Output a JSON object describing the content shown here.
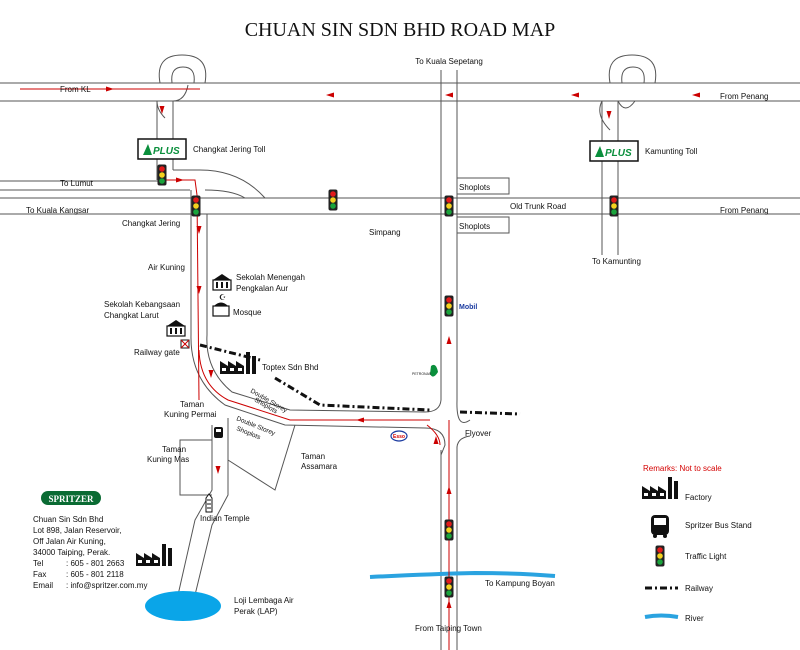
{
  "title": "CHUAN SIN SDN BHD ROAD MAP",
  "places": {
    "to_kuala_sepetang": "To Kuala Sepetang",
    "from_kl": "From KL",
    "from_penang_top": "From Penang",
    "changkat_jering_toll": "Changkat Jering Toll",
    "kamunting_toll": "Kamunting Toll",
    "to_lumut": "To Lumut",
    "to_kuala_kangsar": "To Kuala Kangsar",
    "changkat_jering": "Changkat Jering",
    "shoplots_1": "Shoplots",
    "shoplots_2": "Shoplots",
    "old_trunk_road": "Old Trunk Road",
    "from_penang_mid": "From Penang",
    "simpang": "Simpang",
    "to_kamunting": "To Kamunting",
    "air_kuning": "Air Kuning",
    "sekolah_menengah_1": "Sekolah Menengah",
    "sekolah_menengah_2": "Pengkalan Aur",
    "mosque": "Mosque",
    "sekolah_kebangsaan_1": "Sekolah Kebangsaan",
    "sekolah_kebangsaan_2": "Changkat Larut",
    "mobil": "Mobil",
    "railway_gate": "Railway gate",
    "toptex": "Toptex Sdn Bhd",
    "petronas": "PETRONAS",
    "double_storey_1a": "Double Storey",
    "double_storey_1b": "Shoplots",
    "double_storey_2a": "Double Storey",
    "double_storey_2b": "Shoplots",
    "taman_kuning_permai_1": "Taman",
    "taman_kuning_permai_2": "Kuning Permai",
    "taman_kuning_mas_1": "Taman",
    "taman_kuning_mas_2": "Kuning Mas",
    "taman_assamara_1": "Taman",
    "taman_assamara_2": "Assamara",
    "esso": "Esso",
    "flyover": "Flyover",
    "indian_temple": "Indian Temple",
    "to_kampung_boyan": "To Kampung Boyan",
    "from_taiping_town": "From Taiping Town",
    "loji_1": "Loji Lembaga Air",
    "loji_2": "Perak (LAP)",
    "plus_logo": "PLUS"
  },
  "company": {
    "logo": "SPRITZER",
    "name": "Chuan Sin Sdn Bhd",
    "addr1": "Lot 898, Jalan Reservoir,",
    "addr2": "Off Jalan Air Kuning,",
    "addr3": "34000 Taiping, Perak.",
    "tel_label": "Tel",
    "tel_value": ": 605 - 801 2663",
    "fax_label": "Fax",
    "fax_value": ": 605 - 801 2118",
    "email_label": "Email",
    "email_value": ": info@spritzer.com.my"
  },
  "legend": {
    "remarks": "Remarks: Not to scale",
    "factory": "Factory",
    "bus_stand": "Spritzer Bus Stand",
    "traffic_light": "Traffic Light",
    "railway": "Railway",
    "river": "River"
  },
  "colors": {
    "arrow": "#cc0000",
    "river": "#2aa3e0",
    "plus_green": "#0a8f3c",
    "lake": "#0aa5e8",
    "light_red": "#e21b1b",
    "light_yellow": "#f4d21f",
    "light_green": "#1aa33b"
  }
}
